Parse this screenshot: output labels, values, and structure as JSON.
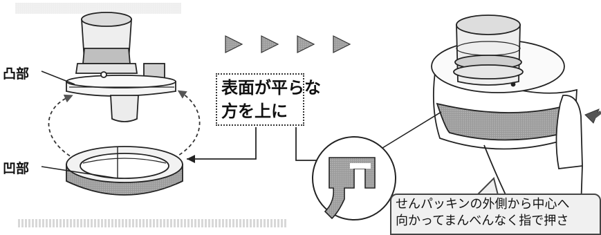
{
  "labels": {
    "convex": "凸部",
    "concave": "凹部"
  },
  "callout_top": {
    "line1": "表面が平らな",
    "line2": "方を上に"
  },
  "callout_bottom": {
    "line1": "せんパッキンの外側から中心へ",
    "line2": "向かってまんべんなく指で押さ"
  },
  "colors": {
    "ink": "#222222",
    "ring_gray": "#8a8a8a",
    "arrow_gray": "#6e6e6e",
    "light_gray": "#d6d6d6"
  }
}
